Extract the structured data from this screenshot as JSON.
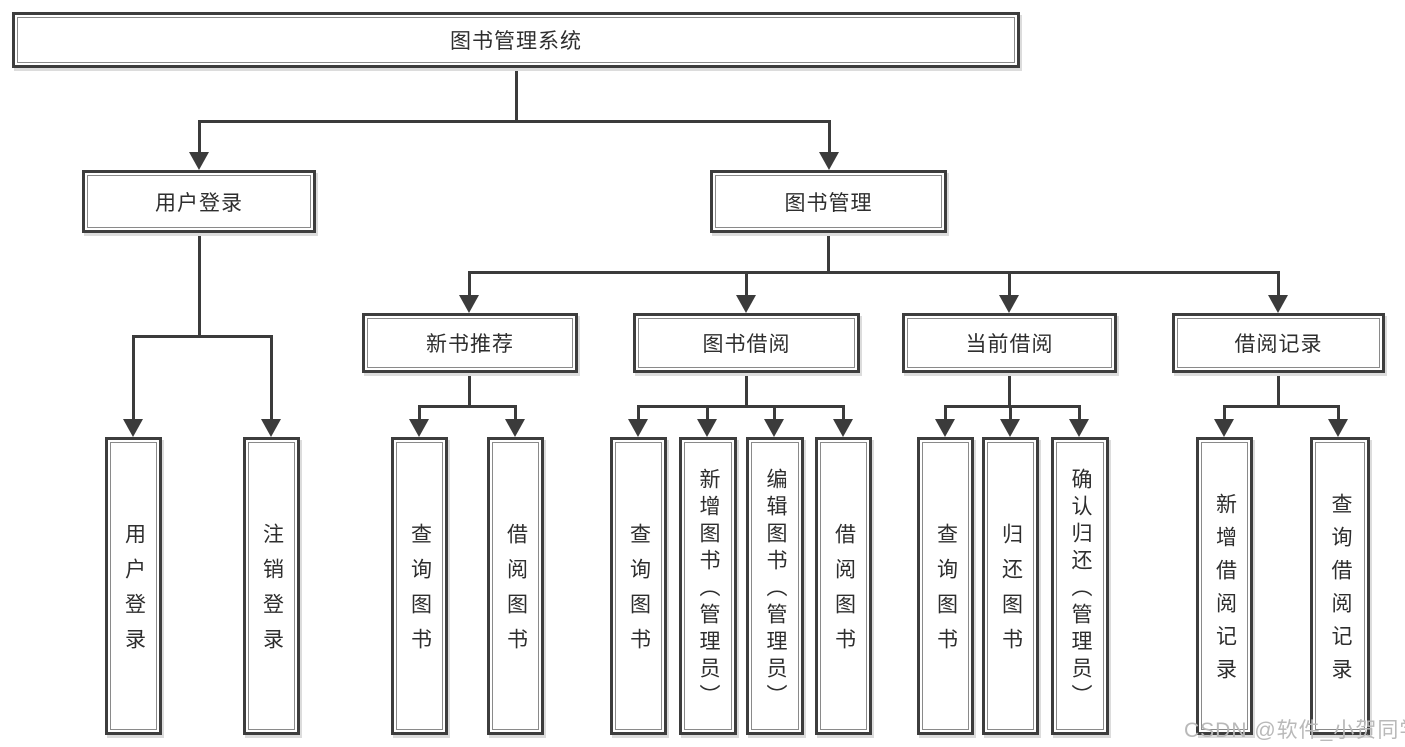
{
  "diagram": {
    "title": "图书管理系统",
    "level2": {
      "user_login": "用户登录",
      "book_mgmt": "图书管理"
    },
    "level3": {
      "new_books": "新书推荐",
      "borrowing": "图书借阅",
      "current": "当前借阅",
      "records": "借阅记录"
    },
    "leaves": {
      "user_login": [
        "用户登录",
        "注销登录"
      ],
      "new_books": [
        "查询图书",
        "借阅图书"
      ],
      "borrowing": [
        "查询图书",
        "新增图书（管理员）",
        "编辑图书（管理员）",
        "借阅图书"
      ],
      "current": [
        "查询图书",
        "归还图书",
        "确认归还（管理员）"
      ],
      "records": [
        "新增借阅记录",
        "查询借阅记录"
      ]
    },
    "colors": {
      "line": "#3b3b3b",
      "box_border": "#3d3d3d",
      "text": "#2e2e2e",
      "background": "#ffffff",
      "watermark": "#b9b9b9"
    },
    "watermark": "CSDN @软件_小贺同学"
  }
}
